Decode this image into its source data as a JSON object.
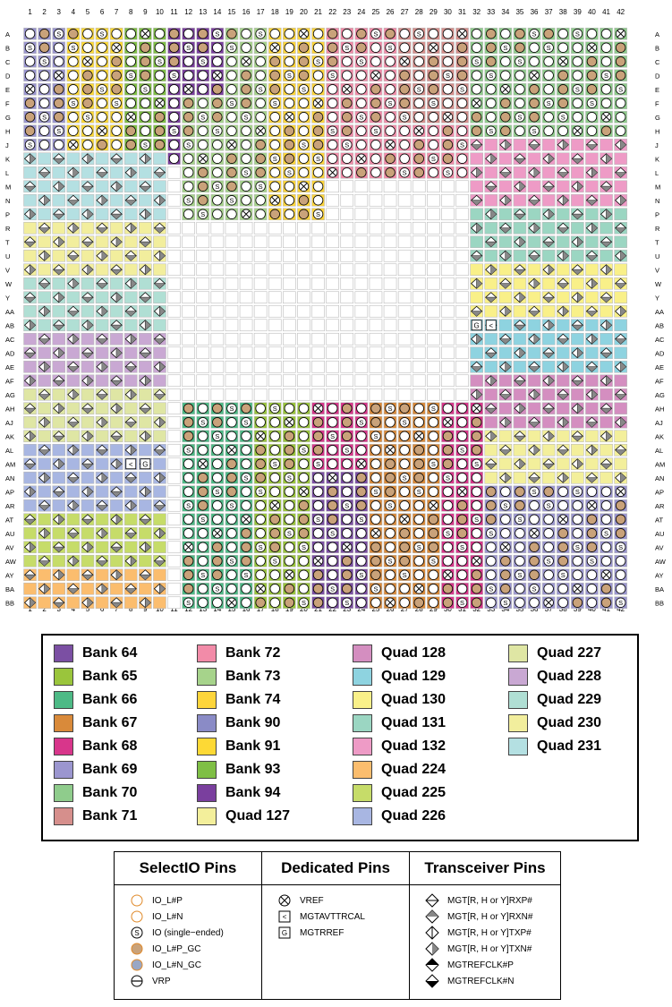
{
  "columns": [
    "1",
    "2",
    "3",
    "4",
    "5",
    "6",
    "7",
    "8",
    "9",
    "10",
    "11",
    "12",
    "13",
    "14",
    "15",
    "16",
    "17",
    "18",
    "19",
    "20",
    "21",
    "22",
    "23",
    "24",
    "25",
    "26",
    "27",
    "28",
    "29",
    "30",
    "31",
    "32",
    "33",
    "34",
    "35",
    "36",
    "37",
    "38",
    "39",
    "40",
    "41",
    "42"
  ],
  "rows": [
    "A",
    "B",
    "C",
    "D",
    "E",
    "F",
    "G",
    "H",
    "J",
    "K",
    "L",
    "M",
    "N",
    "P",
    "R",
    "T",
    "U",
    "V",
    "W",
    "Y",
    "AA",
    "AB",
    "AC",
    "AD",
    "AE",
    "AF",
    "AG",
    "AH",
    "AJ",
    "AK",
    "AL",
    "AM",
    "AN",
    "AP",
    "AR",
    "AT",
    "AU",
    "AV",
    "AW",
    "AY",
    "BA",
    "BB"
  ],
  "colors": {
    "bank64": "#7b4fa3",
    "bank65": "#9ac53c",
    "bank66": "#4dba86",
    "bank67": "#d98a3a",
    "bank68": "#d8368b",
    "bank69": "#9b96cf",
    "bank70": "#8fcc8c",
    "bank71": "#d68f8c",
    "bank72": "#f28ba8",
    "bank73": "#a6d38b",
    "bank74": "#fdd53b",
    "bank90": "#8a8bc6",
    "bank91": "#fdd935",
    "bank93": "#7fbf45",
    "bank94": "#7a3f9e",
    "quad127": "#f3ef9b",
    "quad128": "#d48ec0",
    "quad129": "#8ed3e0",
    "quad130": "#f9f089",
    "quad131": "#9bd6c2",
    "quad132": "#ee9bc6",
    "quad224": "#fbbd6e",
    "quad225": "#c6dc69",
    "quad226": "#a8b6e2",
    "quad227": "#dfe6a4",
    "quad228": "#c9a8d3",
    "quad229": "#b0dfd4",
    "quad230": "#f2ee9d",
    "quad231": "#b4e0e2"
  },
  "legend": [
    {
      "label": "Bank 64",
      "color": "#7b4fa3"
    },
    {
      "label": "Bank 65",
      "color": "#9ac53c"
    },
    {
      "label": "Bank 66",
      "color": "#4dba86"
    },
    {
      "label": "Bank 67",
      "color": "#d98a3a"
    },
    {
      "label": "Bank 68",
      "color": "#d8368b"
    },
    {
      "label": "Bank 69",
      "color": "#9b96cf"
    },
    {
      "label": "Bank 70",
      "color": "#8fcc8c"
    },
    {
      "label": "Bank 71",
      "color": "#d68f8c"
    },
    {
      "label": "Bank 72",
      "color": "#f28ba8"
    },
    {
      "label": "Bank 73",
      "color": "#a6d38b"
    },
    {
      "label": "Bank 74",
      "color": "#fdd53b"
    },
    {
      "label": "Bank 90",
      "color": "#8a8bc6"
    },
    {
      "label": "Bank 91",
      "color": "#fdd935"
    },
    {
      "label": "Bank 93",
      "color": "#7fbf45"
    },
    {
      "label": "Bank 94",
      "color": "#7a3f9e"
    },
    {
      "label": "Quad 127",
      "color": "#f3ef9b"
    },
    {
      "label": "Quad 128",
      "color": "#d48ec0"
    },
    {
      "label": "Quad 129",
      "color": "#8ed3e0"
    },
    {
      "label": "Quad 130",
      "color": "#f9f089"
    },
    {
      "label": "Quad 131",
      "color": "#9bd6c2"
    },
    {
      "label": "Quad 132",
      "color": "#ee9bc6"
    },
    {
      "label": "Quad 224",
      "color": "#fbbd6e"
    },
    {
      "label": "Quad 225",
      "color": "#c6dc69"
    },
    {
      "label": "Quad 226",
      "color": "#a8b6e2"
    },
    {
      "label": "Quad 227",
      "color": "#dfe6a4"
    },
    {
      "label": "Quad 228",
      "color": "#c9a8d3"
    },
    {
      "label": "Quad 229",
      "color": "#b0dfd4"
    },
    {
      "label": "Quad 230",
      "color": "#f2ee9d"
    },
    {
      "label": "Quad 231",
      "color": "#b4e0e2"
    }
  ],
  "key": {
    "selectio_title": "SelectIO Pins",
    "dedicated_title": "Dedicated Pins",
    "transceiver_title": "Transceiver Pins",
    "selectio": [
      {
        "symbol": "io-p-icon",
        "label": "IO_L#P"
      },
      {
        "symbol": "io-n-icon",
        "label": "IO_L#N"
      },
      {
        "symbol": "io-single-ended-icon",
        "label": "IO (single−ended)"
      },
      {
        "symbol": "io-p-gc-icon",
        "label": "IO_L#P_GC"
      },
      {
        "symbol": "io-n-gc-icon",
        "label": "IO_L#N_GC"
      },
      {
        "symbol": "vrp-icon",
        "label": "VRP"
      }
    ],
    "dedicated": [
      {
        "symbol": "vref-icon",
        "label": "VREF"
      },
      {
        "symbol": "mgtavttrcal-icon",
        "label": "MGTAVTTRCAL"
      },
      {
        "symbol": "mgtrref-icon",
        "label": "MGTRREF"
      }
    ],
    "transceiver": [
      {
        "symbol": "rxp-icon",
        "label": "MGT[R, H or Y]RXP#"
      },
      {
        "symbol": "rxn-icon",
        "label": "MGT[R, H or Y]RXN#"
      },
      {
        "symbol": "txp-icon",
        "label": "MGT[R, H or Y]TXP#"
      },
      {
        "symbol": "txn-icon",
        "label": "MGT[R, H or Y]TXN#"
      },
      {
        "symbol": "refclkp-icon",
        "label": "MGTREFCLK#P"
      },
      {
        "symbol": "refclkn-icon",
        "label": "MGTREFCLK#N"
      }
    ],
    "g_glyph": "G",
    "lt_glyph": "<",
    "s_glyph": "S"
  }
}
